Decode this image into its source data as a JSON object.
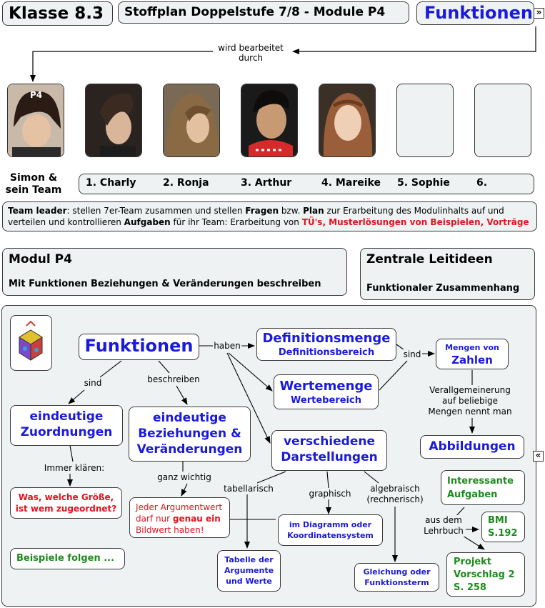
{
  "header": {
    "class_label": "Klasse 8.3",
    "plan_label": "Stoffplan Doppelstufe 7/8 - Module P4",
    "topic_label": "Funktionen",
    "nav_next": "»"
  },
  "edited_by": "wird bearbeitet\ndurch",
  "team": {
    "photo_badge": "P4",
    "leader_label": "Simon &\nsein Team",
    "members": [
      "1. Charly",
      "2. Ronja",
      "3. Arthur",
      "4. Mareike",
      "5. Sophie",
      "6."
    ]
  },
  "team_leader_note": {
    "t1": "Team leader",
    "t2": ": stellen 7er-Team zusammen und stellen ",
    "t3": "Fragen",
    "t4": " bzw. ",
    "t5": "Plan",
    "t6": " zur Erarbeitung des Modulinhalts auf und verteilen und kontrollieren ",
    "t7": "Aufgaben",
    "t8": " für ihr Team: Erarbeitung von ",
    "t9": "TÜ's, Musterlösungen von Beispielen, Vorträge"
  },
  "module": {
    "title": "Modul P4",
    "subtitle": "Mit Funktionen Beziehungen & Veränderungen beschreiben"
  },
  "leitidee": {
    "title": "Zentrale Leitideen",
    "subtitle": "Funktionaler Zusammenhang"
  },
  "map": {
    "nav_prev": "«",
    "funktionen": "Funktionen",
    "haben": "haben",
    "definitionsmenge": "Definitionsmenge",
    "definitionsbereich": "Definitionsbereich",
    "wertemenge": "Wertemenge",
    "wertebereich": "Wertebereich",
    "sind_1": "sind",
    "mengen_von": "Mengen von",
    "zahlen": "Zahlen",
    "verallgemeinerung": "Verallgemeinerung\nauf beliebige\nMengen nennt man",
    "abbildungen": "Abbildungen",
    "sind_2": "sind",
    "beschreiben": "beschreiben",
    "eindeutige_zuordnungen": "eindeutige\nZuordnungen",
    "eindeutige_beziehungen": "eindeutige\nBeziehungen &\nVeränderungen",
    "verschiedene_darstellungen": "verschiedene\nDarstellungen",
    "immer_klaeren": "Immer klären:",
    "was_welche": "Was, welche Größe,\nist wem zugeordnet?",
    "ganz_wichtig": "ganz wichtig",
    "jeder_a": "Jeder Argumentwert\ndarf nur ",
    "jeder_b": "genau ein",
    "jeder_c": "\nBildwert haben!",
    "tabellarisch": "tabellarisch",
    "graphisch": "graphisch",
    "algebraisch": "algebraisch\n(rechnerisch)",
    "diagramm": "im Diagramm oder\nKoordinatensystem",
    "tabelle": "Tabelle der\nArgumente\nund Werte",
    "gleichung": "Gleichung oder\nFunktionsterm",
    "interessante": "Interessante\nAufgaben",
    "aus_dem": "aus dem\nLehrbuch",
    "bmi": "BMI\nS.192",
    "projekt": "Projekt\nVorschlag 2\nS. 258",
    "beispiele": "Beispiele folgen ..."
  },
  "colors": {
    "node_blue": "#1a1adb",
    "note_red": "#e0141e",
    "task_green": "#1e8a1e",
    "panel_bg": "#eef2f3"
  }
}
